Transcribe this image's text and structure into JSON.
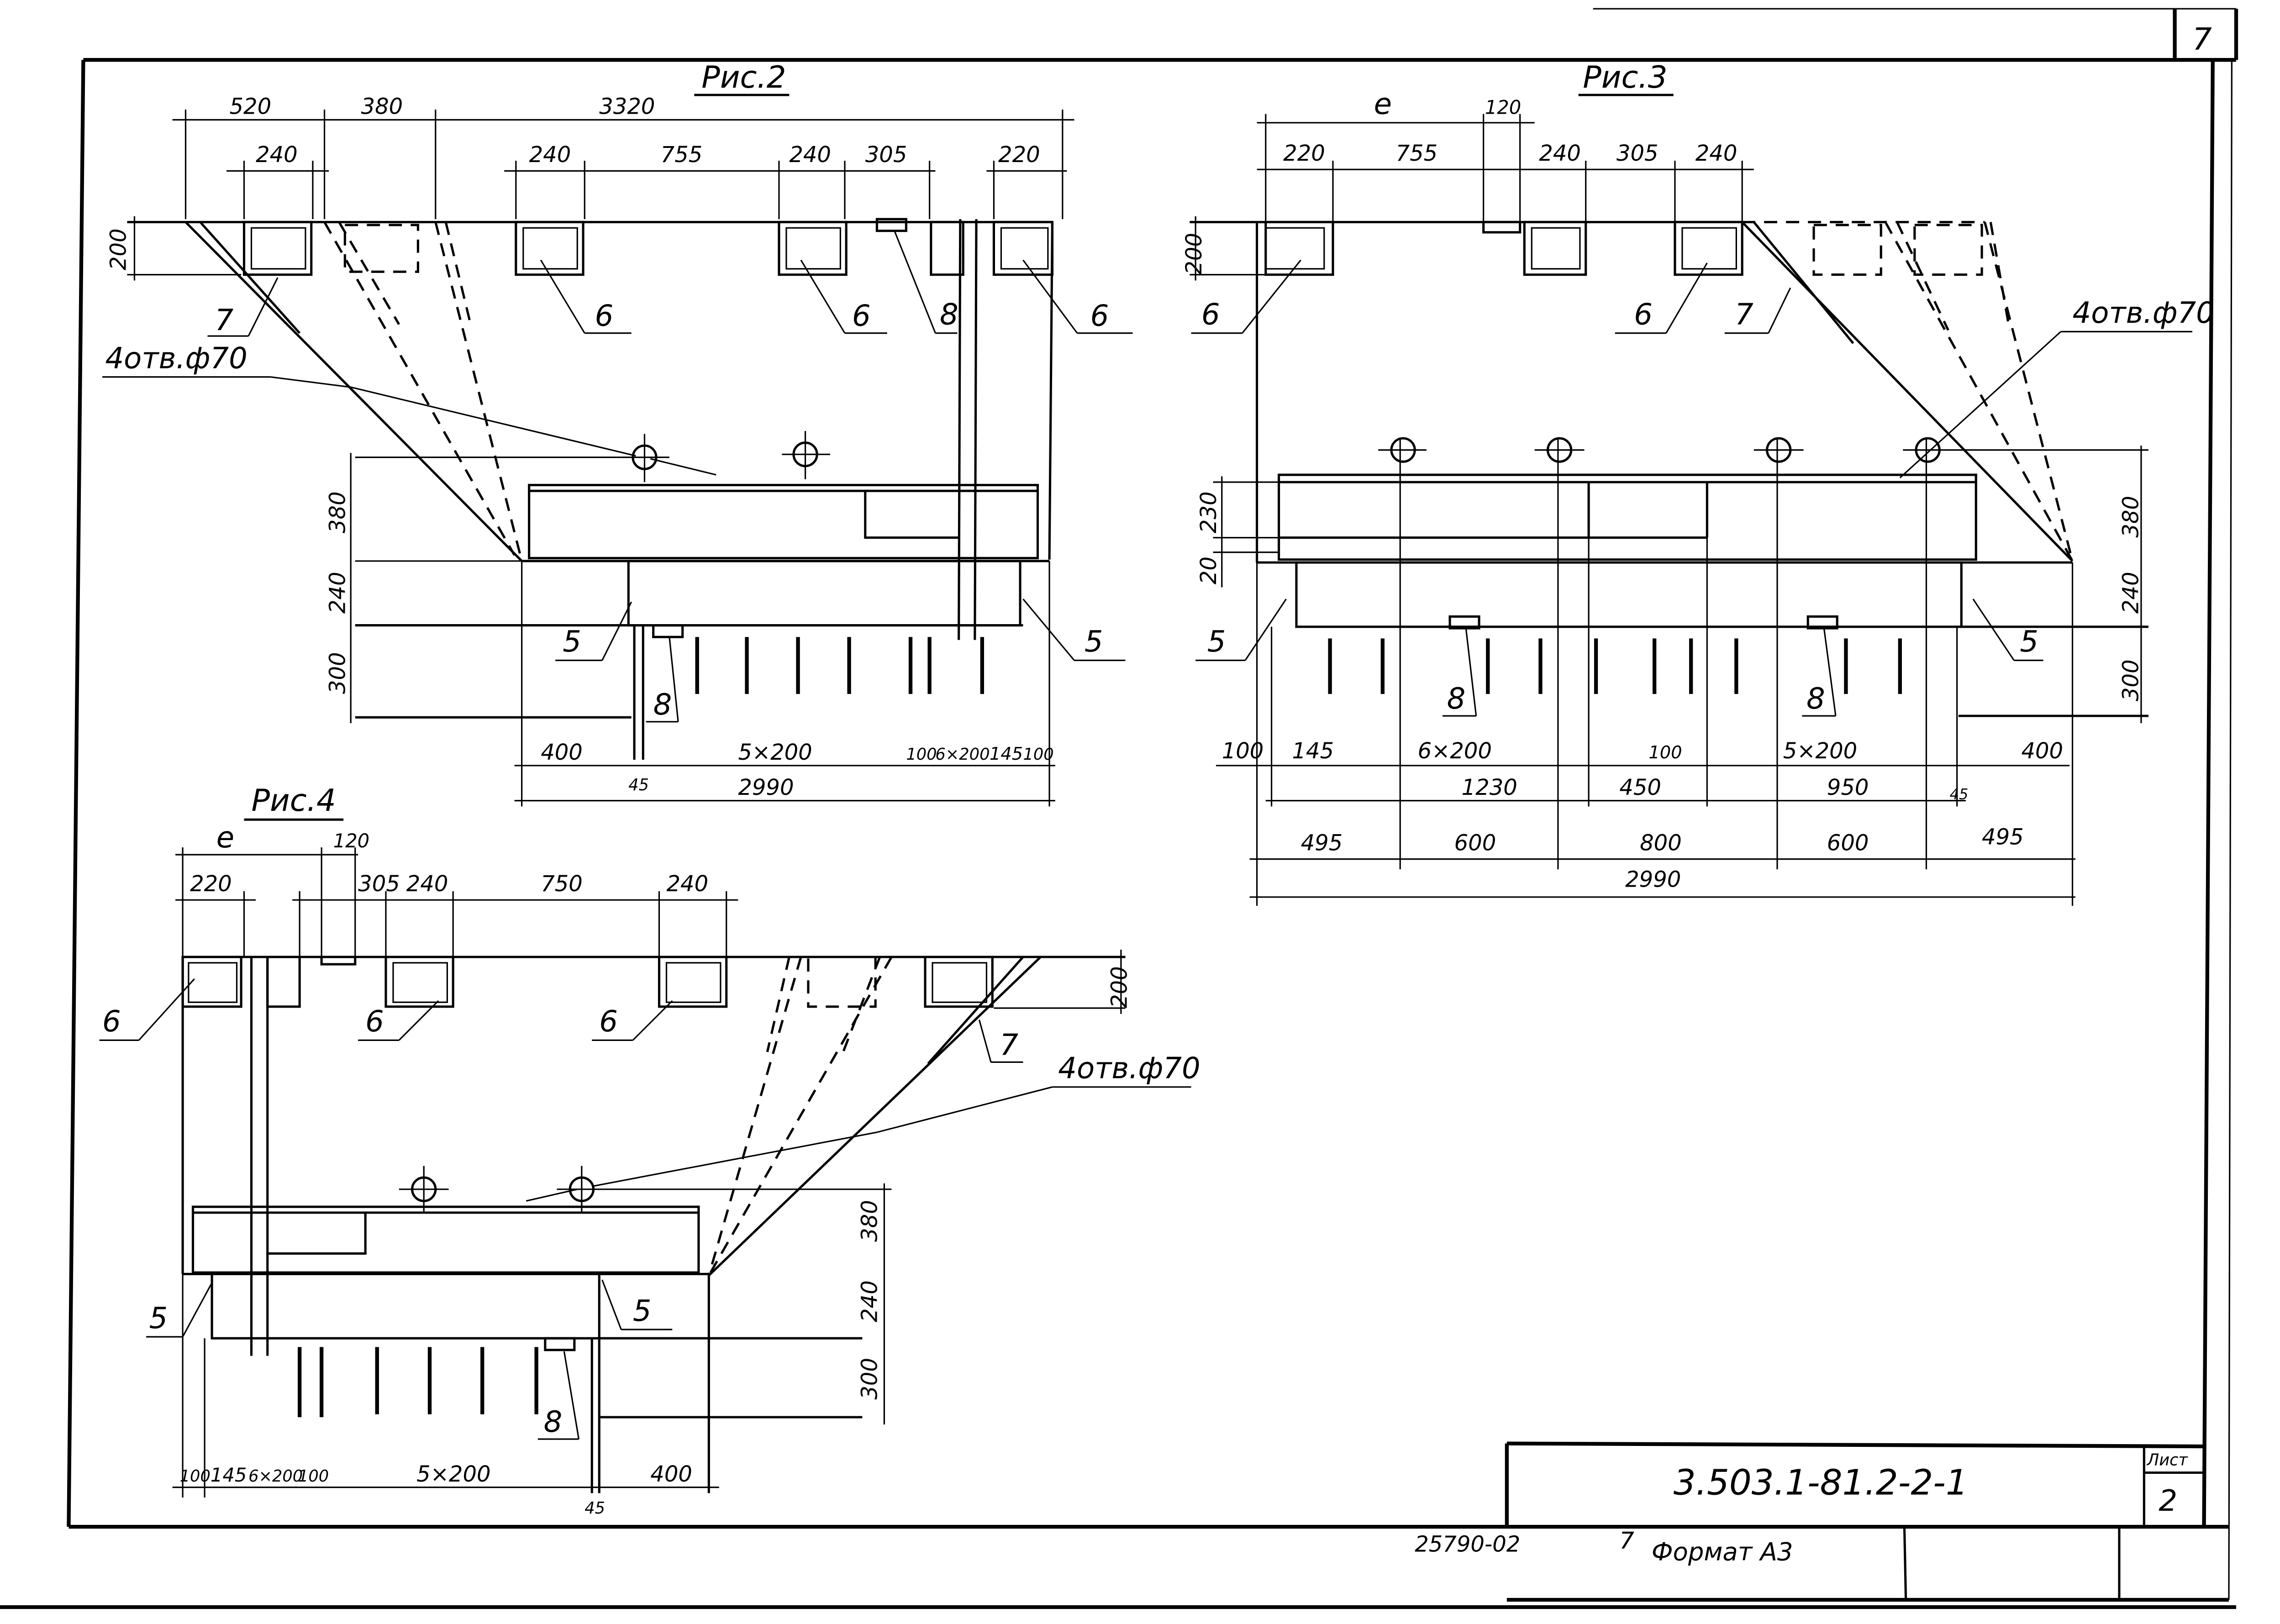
{
  "sheet": {
    "corner_number": "7",
    "document_code": "3.503.1-81.2-2-1",
    "sheet_label": "Лист",
    "sheet_number": "2",
    "inventory_number": "25790-02",
    "inventory_suffix": "7",
    "format": "Формат А3"
  },
  "fig2": {
    "title": "Рис.2",
    "dims_top": [
      "520",
      "380",
      "3320"
    ],
    "dims_second": [
      "240",
      "240",
      "755",
      "240",
      "305",
      "220"
    ],
    "dim_200": "200",
    "dims_left": [
      "380",
      "240",
      "300"
    ],
    "dims_bottom": [
      "400",
      "5×200",
      "100",
      "6×200",
      "145",
      "100"
    ],
    "dim_45": "45",
    "dim_total": "2990",
    "callouts": [
      "7",
      "6",
      "6",
      "8",
      "6",
      "5",
      "5",
      "8"
    ],
    "holes_note": "4отв.ф70"
  },
  "fig3": {
    "title": "Рис.3",
    "dim_e": "e",
    "dim_120": "120",
    "dims_second": [
      "220",
      "755",
      "240",
      "305",
      "240"
    ],
    "dim_200": "200",
    "dims_left": [
      "230",
      "20"
    ],
    "dims_right": [
      "380",
      "240",
      "300"
    ],
    "dims_row1": [
      "100",
      "145",
      "6×200",
      "100",
      "5×200",
      "400"
    ],
    "dim_45": "45",
    "dims_row2": [
      "1230",
      "450",
      "950"
    ],
    "dims_row3": [
      "495",
      "600",
      "800",
      "600",
      "495"
    ],
    "dim_total": "2990",
    "callouts": [
      "6",
      "6",
      "7",
      "5",
      "5",
      "8",
      "8"
    ],
    "holes_note": "4отв.ф70"
  },
  "fig4": {
    "title": "Рис.4",
    "dim_e": "e",
    "dim_120": "120",
    "dims_second": [
      "220",
      "305",
      "240",
      "750",
      "240"
    ],
    "dim_200": "200",
    "dims_right": [
      "380",
      "240",
      "300"
    ],
    "dims_bottom": [
      "100",
      "145",
      "6×200",
      "100",
      "5×200",
      "400"
    ],
    "dim_45": "45",
    "callouts": [
      "6",
      "6",
      "6",
      "7",
      "5",
      "5",
      "8"
    ],
    "holes_note": "4отв.ф70"
  }
}
